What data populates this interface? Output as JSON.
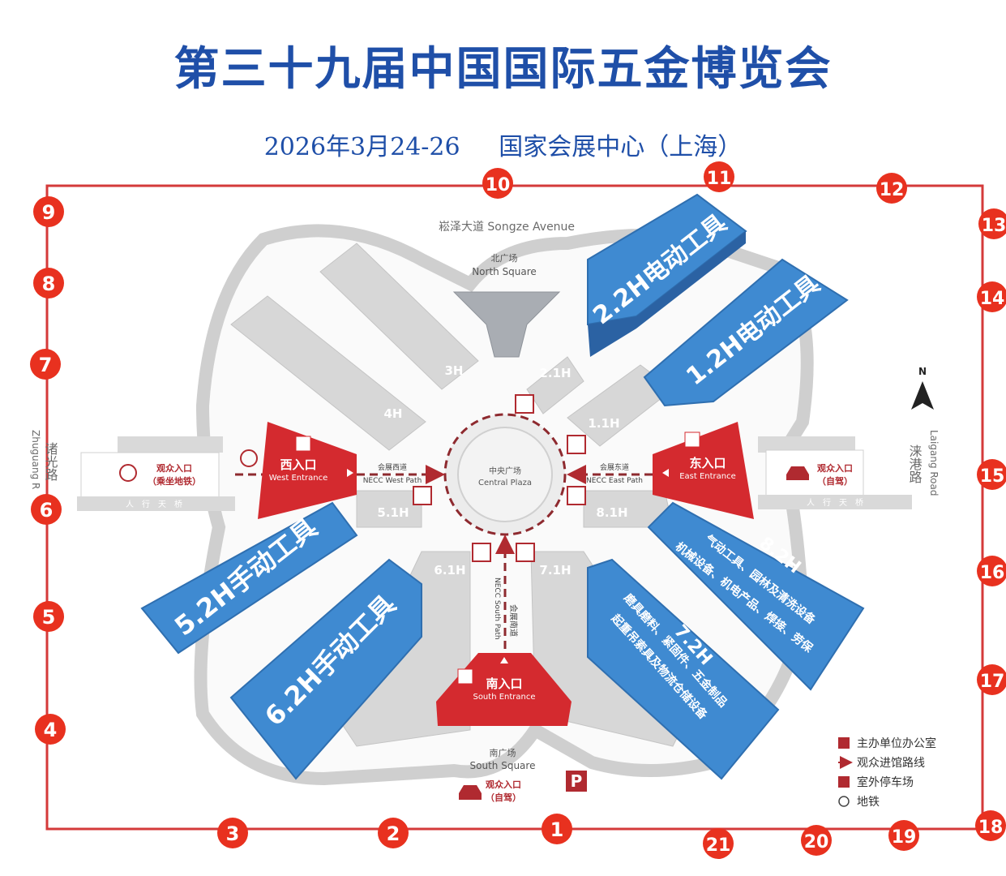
{
  "header": {
    "title": "第三十九届中国国际五金博览会",
    "subtitle": "2026年3月24-26     国家会展中心（上海）"
  },
  "roads": {
    "north": "崧泽大道 Songze Avenue",
    "west_cn": "诸光路",
    "west_en": "Zhuguang R",
    "east_cn": "涞港路",
    "east_en": "Laigang Road"
  },
  "plazas": {
    "north_cn": "北广场",
    "north_en": "North Square",
    "central_cn": "中央广场",
    "central_en": "Central Plaza",
    "south_cn": "南广场",
    "south_en": "South Square"
  },
  "entrances": {
    "west_cn": "西入口",
    "west_en": "West Entrance",
    "east_cn": "东入口",
    "east_en": "East Entrance",
    "south_cn": "南入口",
    "south_en": "South Entrance"
  },
  "paths": {
    "west_cn": "会展西道",
    "west_en": "NECC West Path",
    "east_cn": "会展东道",
    "east_en": "NECC East Path",
    "south_cn": "会展南道",
    "south_en": "NECC South Path"
  },
  "visitor_entrances": {
    "west_line1": "观众入口",
    "west_line2": "（乘坐地铁）",
    "east_line1": "观众入口",
    "east_line2": "（自驾）",
    "south_line1": "观众入口",
    "south_line2": "（自驾）"
  },
  "footbridge": "人　行　天　桥",
  "north_marker": "N",
  "parking_symbol": "P",
  "gray_halls": [
    "3H",
    "2.1H",
    "4H",
    "1.1H",
    "5.1H",
    "8.1H",
    "6.1H",
    "7.1H"
  ],
  "featured_halls": {
    "h22": "2.2H电动工具",
    "h12": "1.2H电动工具",
    "h52": "5.2H手动工具",
    "h62": "6.2H手动工具",
    "h82_title": "8.2H",
    "h82_line1": "气动工具、园林及清洗设备",
    "h82_line2": "机械设备、机电产品、焊接、劳保",
    "h72_title": "7.2H",
    "h72_line1": "磨具磨料、紧固件、五金制品",
    "h72_line2": "起重吊索具及物流仓储设备",
    "h72_line0": "磨具磨料"
  },
  "gates": [
    "1",
    "2",
    "3",
    "4",
    "5",
    "6",
    "7",
    "8",
    "9",
    "10",
    "11",
    "12",
    "13",
    "14",
    "15",
    "16",
    "17",
    "18",
    "19",
    "20",
    "21"
  ],
  "legend": [
    {
      "icon": "office-icon",
      "label": "主办单位办公室"
    },
    {
      "icon": "arrow-route-icon",
      "label": "观众进馆路线"
    },
    {
      "icon": "parking-icon",
      "label": "室外停车场"
    },
    {
      "icon": "metro-icon",
      "label": "地铁"
    }
  ],
  "colors": {
    "title": "#1f4fa8",
    "hall_blue": "#3f8ad1",
    "hall_gray": "#d7d7d7",
    "entrance_red": "#d42a2f",
    "gate_red": "#e8311f",
    "border": "#d43a3a"
  }
}
